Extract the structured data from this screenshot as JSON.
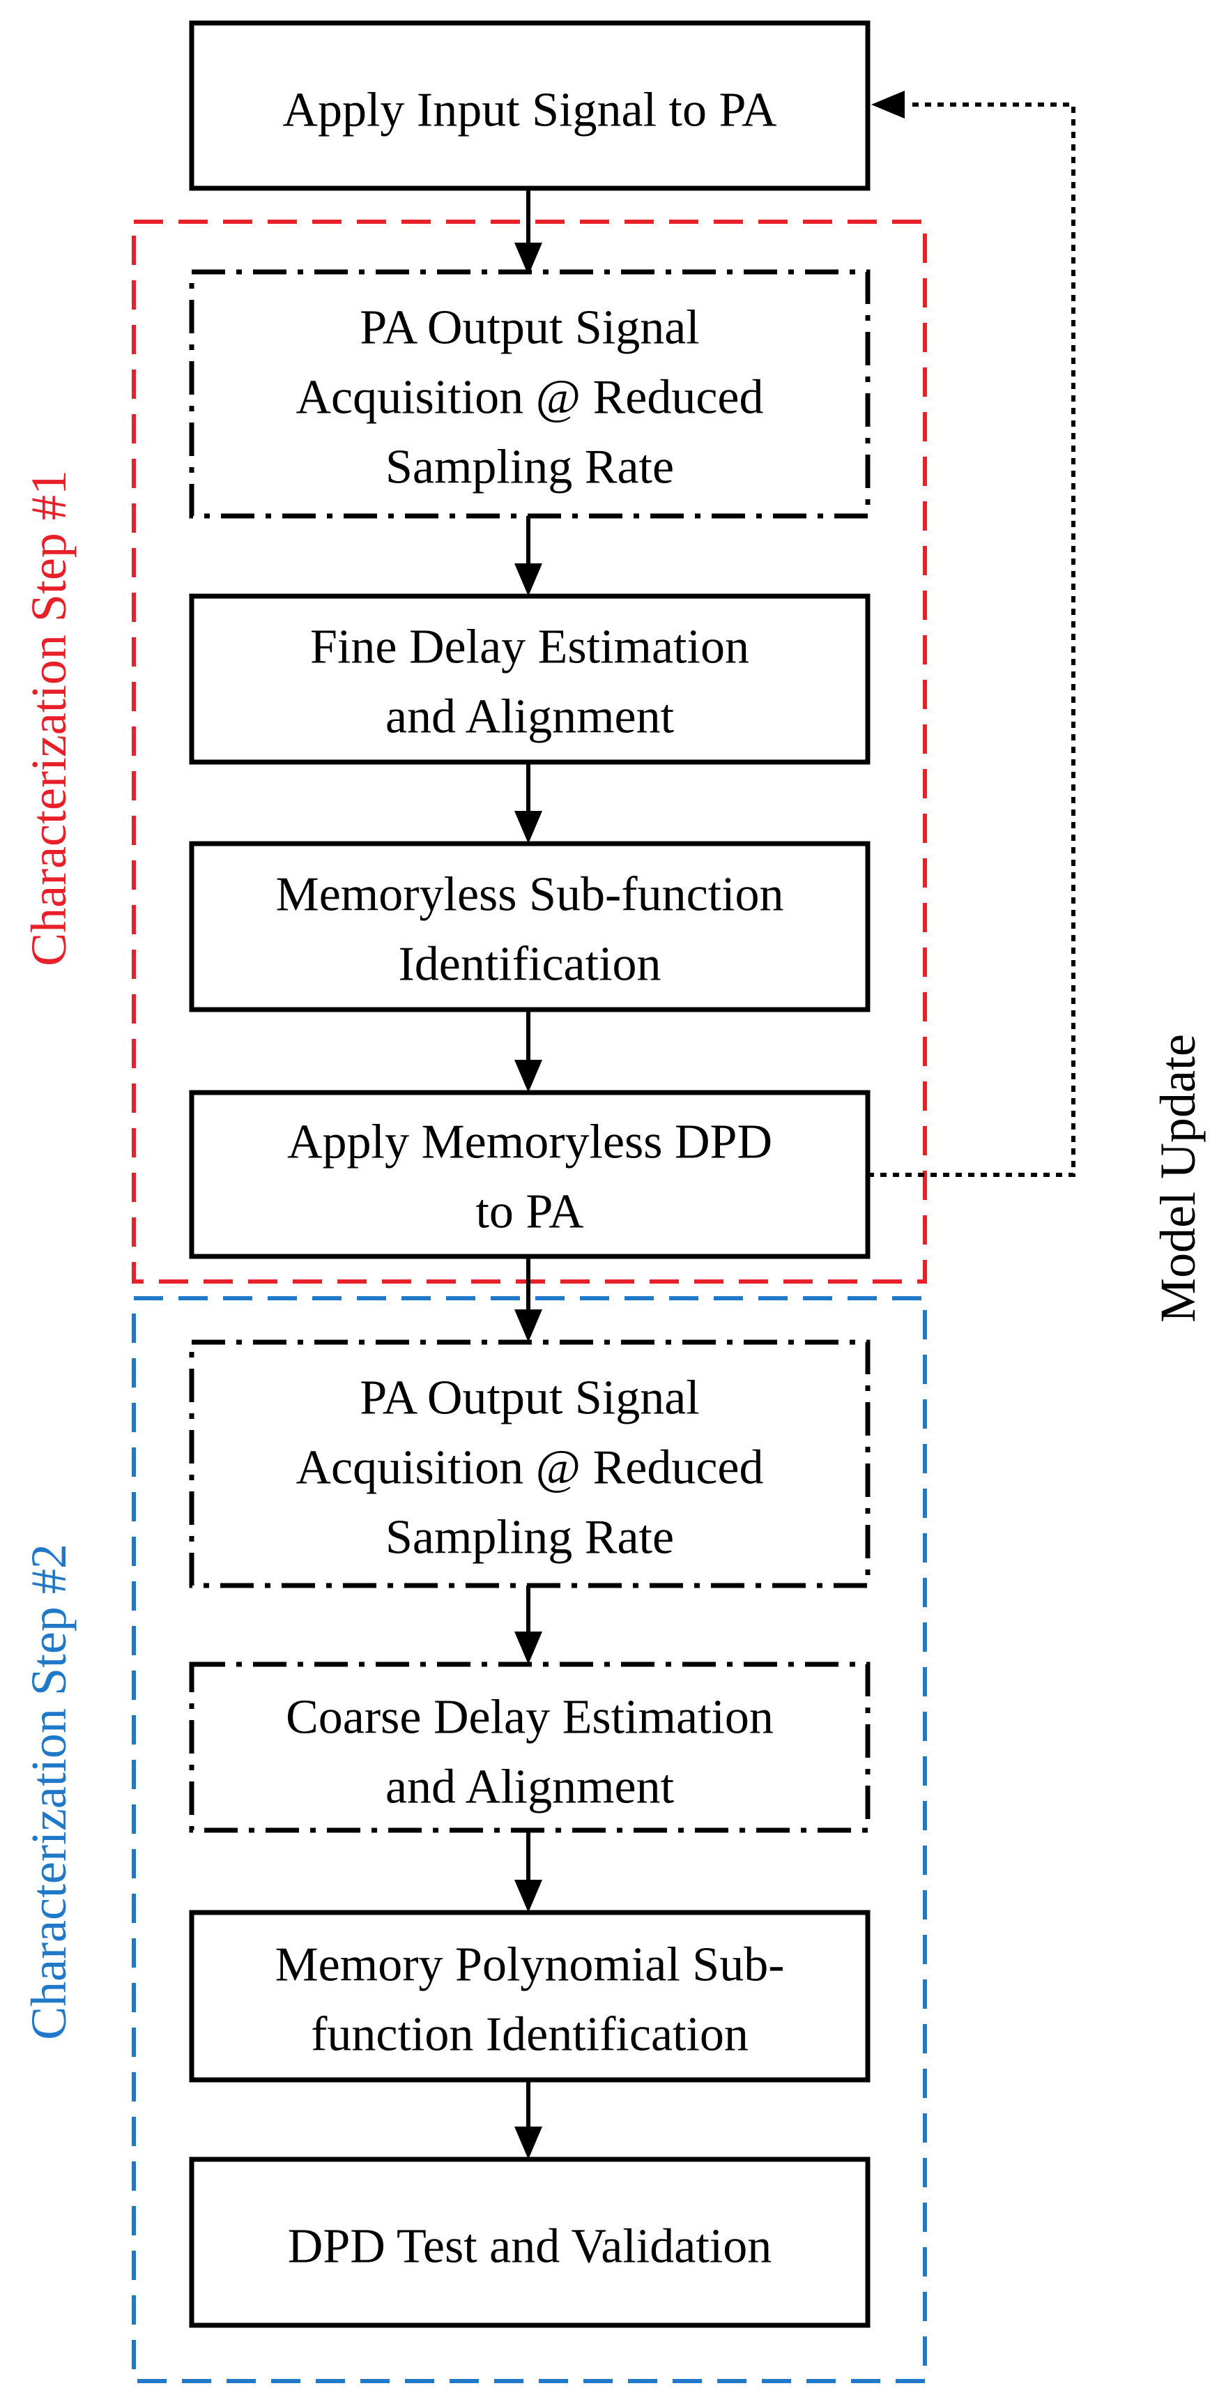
{
  "colors": {
    "step1": "#e8202a",
    "step2": "#1f78c8",
    "stroke": "#000000"
  },
  "boxes": [
    {
      "id": "apply-input",
      "style": "solid",
      "lines": [
        "Apply Input Signal to PA"
      ]
    },
    {
      "id": "acq-1",
      "style": "dash-dot",
      "lines": [
        "PA Output Signal",
        "Acquisition @ Reduced",
        "Sampling Rate"
      ]
    },
    {
      "id": "fine-delay",
      "style": "solid",
      "lines": [
        "Fine Delay Estimation",
        "and Alignment"
      ]
    },
    {
      "id": "memoryless-id",
      "style": "solid",
      "lines": [
        "Memoryless Sub-function",
        "Identification"
      ]
    },
    {
      "id": "apply-memoryless",
      "style": "solid",
      "lines": [
        "Apply Memoryless DPD",
        "to PA"
      ]
    },
    {
      "id": "acq-2",
      "style": "dash-dot",
      "lines": [
        "PA Output Signal",
        "Acquisition @ Reduced",
        "Sampling Rate"
      ]
    },
    {
      "id": "coarse-delay",
      "style": "dash-dot",
      "lines": [
        "Coarse Delay Estimation",
        "and Alignment"
      ]
    },
    {
      "id": "memory-poly-id",
      "style": "solid",
      "lines": [
        "Memory Polynomial Sub-",
        "function Identification"
      ]
    },
    {
      "id": "dpd-test",
      "style": "solid",
      "lines": [
        "DPD Test and Validation"
      ]
    }
  ],
  "groups": {
    "step1": {
      "label": "Characterization Step #1"
    },
    "step2": {
      "label": "Characterization Step #2"
    }
  },
  "feedback": {
    "label": "Model Update"
  }
}
